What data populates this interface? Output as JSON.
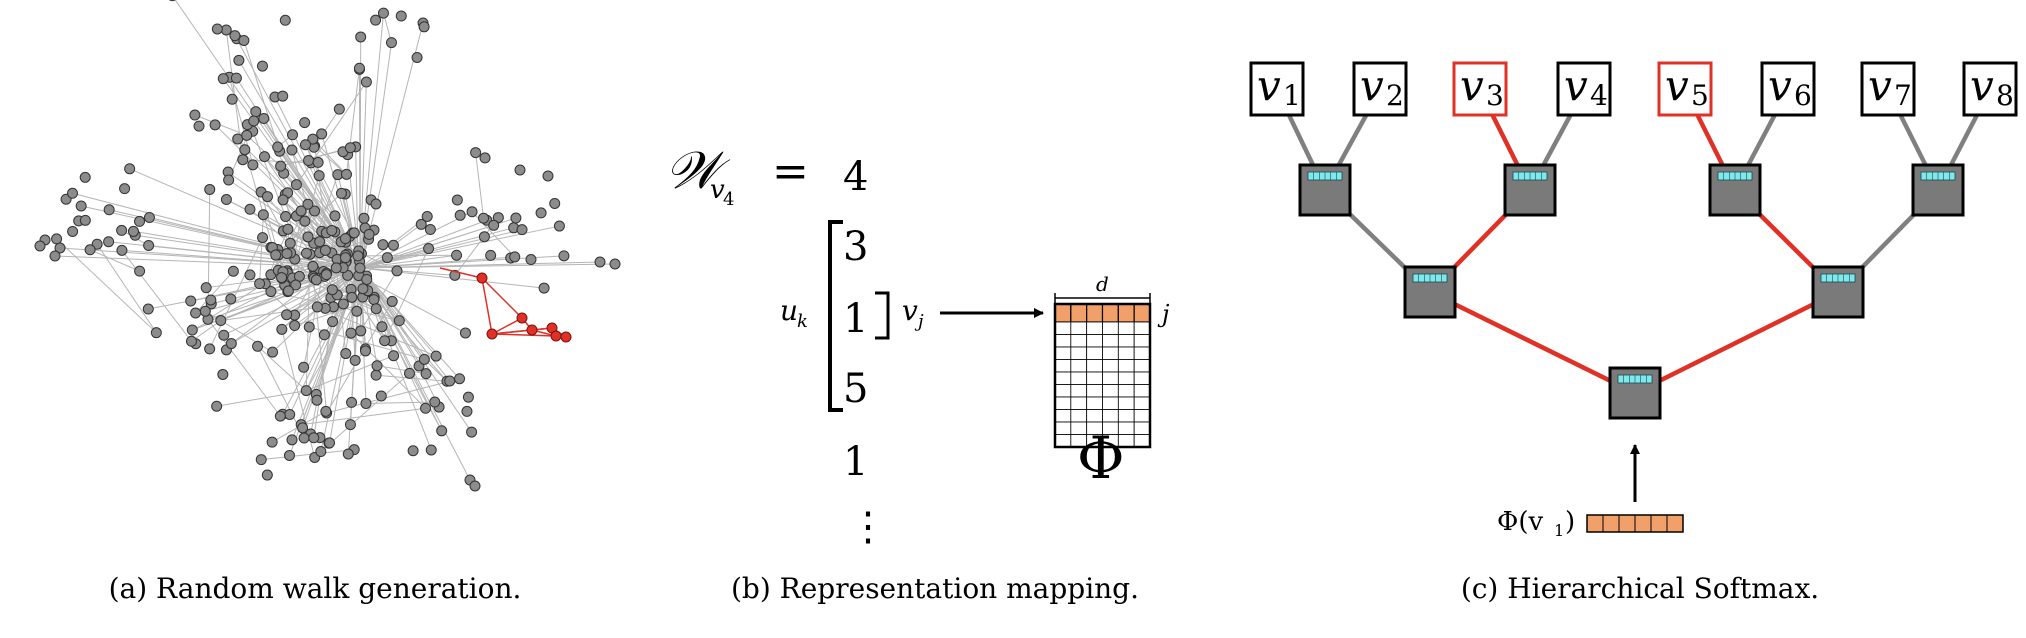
{
  "captions": {
    "a": "(a) Random walk generation.",
    "b": "(b) Representation mapping.",
    "c": "(c) Hierarchical Softmax."
  },
  "panel_b": {
    "w_symbol": "𝒲",
    "w_sub": "v",
    "w_sub_index": "4",
    "equals": "=",
    "sequence": [
      "4",
      "3",
      "1",
      "5",
      "1"
    ],
    "ellipsis": "⋮",
    "uk_label": "u",
    "uk_sub": "k",
    "vj_label": "v",
    "vj_sub": "j",
    "d_label": "d",
    "j_label": "j",
    "phi_label": "Φ"
  },
  "panel_c": {
    "leaves": [
      {
        "sym": "v",
        "sub": "1",
        "highlight": false
      },
      {
        "sym": "v",
        "sub": "2",
        "highlight": false
      },
      {
        "sym": "v",
        "sub": "3",
        "highlight": true
      },
      {
        "sym": "v",
        "sub": "4",
        "highlight": false
      },
      {
        "sym": "v",
        "sub": "5",
        "highlight": true
      },
      {
        "sym": "v",
        "sub": "6",
        "highlight": false
      },
      {
        "sym": "v",
        "sub": "7",
        "highlight": false
      },
      {
        "sym": "v",
        "sub": "8",
        "highlight": false
      }
    ],
    "input_label": "Φ(v",
    "input_sub": "1",
    "input_close": ")"
  },
  "colors": {
    "node_fill": "#8c8c8c",
    "edge_gray": "#b5b5b5",
    "walk_red": "#e03127",
    "tree_gray": "#808080",
    "tree_node_fill": "#7a7a7a",
    "cyan_strip": "#7fe8ec",
    "orange_cell": "#f2a06a"
  }
}
